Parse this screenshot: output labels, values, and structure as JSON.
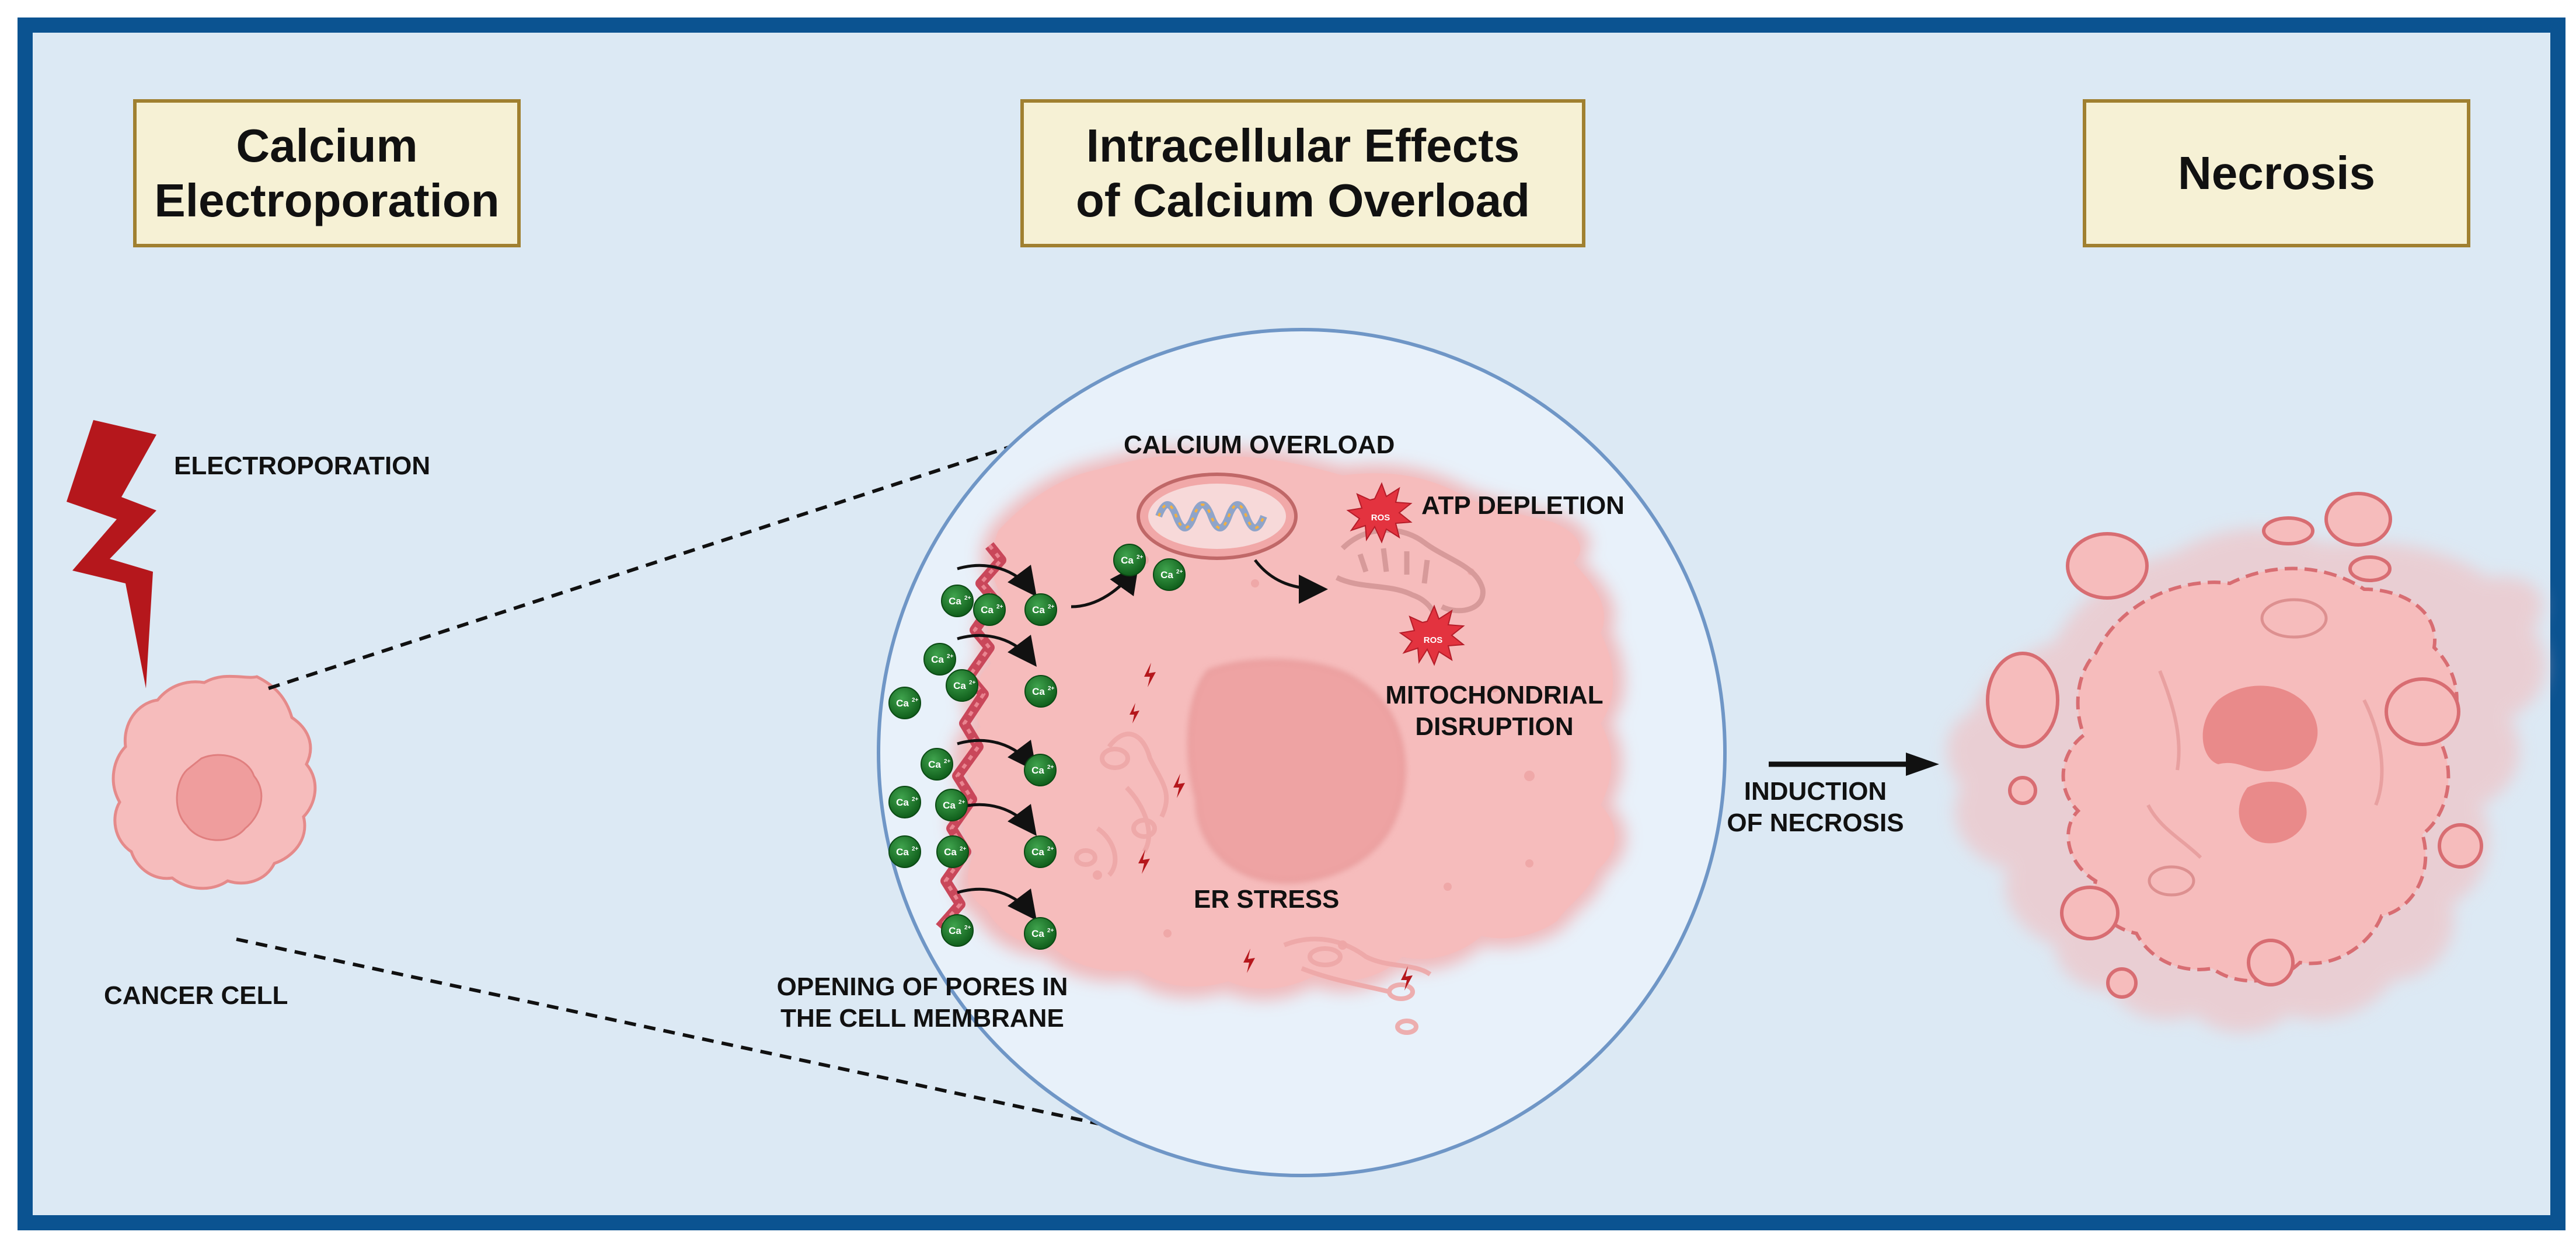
{
  "headers": {
    "left": [
      "Calcium",
      "Electroporation"
    ],
    "middle": [
      "Intracellular Effects",
      "of Calcium Overload"
    ],
    "right": [
      "Necrosis"
    ]
  },
  "labels": {
    "electroporation": "ELECTROPORATION",
    "cancer_cell": "CANCER CELL",
    "calcium_overload": "CALCIUM OVERLOAD",
    "atp_depletion": "ATP DEPLETION",
    "mito_disruption_1": "MITOCHONDRIAL",
    "mito_disruption_2": "DISRUPTION",
    "er_stress": "ER STRESS",
    "pores_1": "OPENING OF PORES IN",
    "pores_2": "THE CELL MEMBRANE",
    "induction_1": "INDUCTION",
    "induction_2": "OF NECROSIS"
  },
  "ion_label": "Ca",
  "ion_charge": "2+",
  "ros_label": "ROS",
  "colors": {
    "frame": "#0b5391",
    "background": "#dce9f4",
    "header_fill": "#f6f1d5",
    "header_border": "#a08030",
    "cell_pink": "#f5b9b9",
    "ion_green": "#1e7a2a",
    "lightning_red": "#b5171c"
  }
}
